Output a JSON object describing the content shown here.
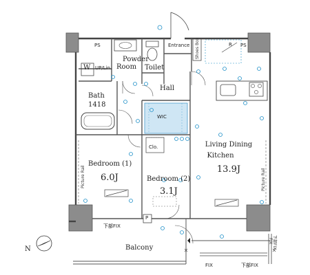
{
  "rooms": {
    "ps_left": "PS",
    "ps_right": "PS",
    "powder_room_1": "Powder",
    "powder_room_2": "Room",
    "toilet": "Toilet",
    "entrance": "Entrance",
    "shoes_box": "Shoes Box",
    "r_mark": "R",
    "hall": "Hall",
    "washer": "W",
    "up_lin": "UP/Lin.",
    "bath": "Bath",
    "bath_size": "1418",
    "wic": "WIC",
    "clo": "Clo.",
    "bedroom1": "Bedroom (1)",
    "bedroom1_size": "6.0J",
    "bedroom2": "Bedroom (2)",
    "bedroom2_size": "3.1J",
    "ldk_1": "Living Dining",
    "ldk_2": "Kitchen",
    "ldk_size": "13.9J",
    "balcony": "Balcony",
    "p_mark": "P"
  },
  "labels": {
    "picture_rail_left": "Picture Rail",
    "picture_rail_right": "Picture Rail",
    "fix_bottom": "FIX",
    "fix_bottom_right": "下部FIX",
    "fix_balcony": "下部FIX",
    "fix_right_1": "FIX",
    "fix_right_2": "下部FIX"
  },
  "compass": {
    "label": "N"
  },
  "colors": {
    "wall": "#8c8c8c",
    "line": "#333333",
    "wic_fill": "#cfe6f4",
    "outlet": "#1e8fc8"
  }
}
